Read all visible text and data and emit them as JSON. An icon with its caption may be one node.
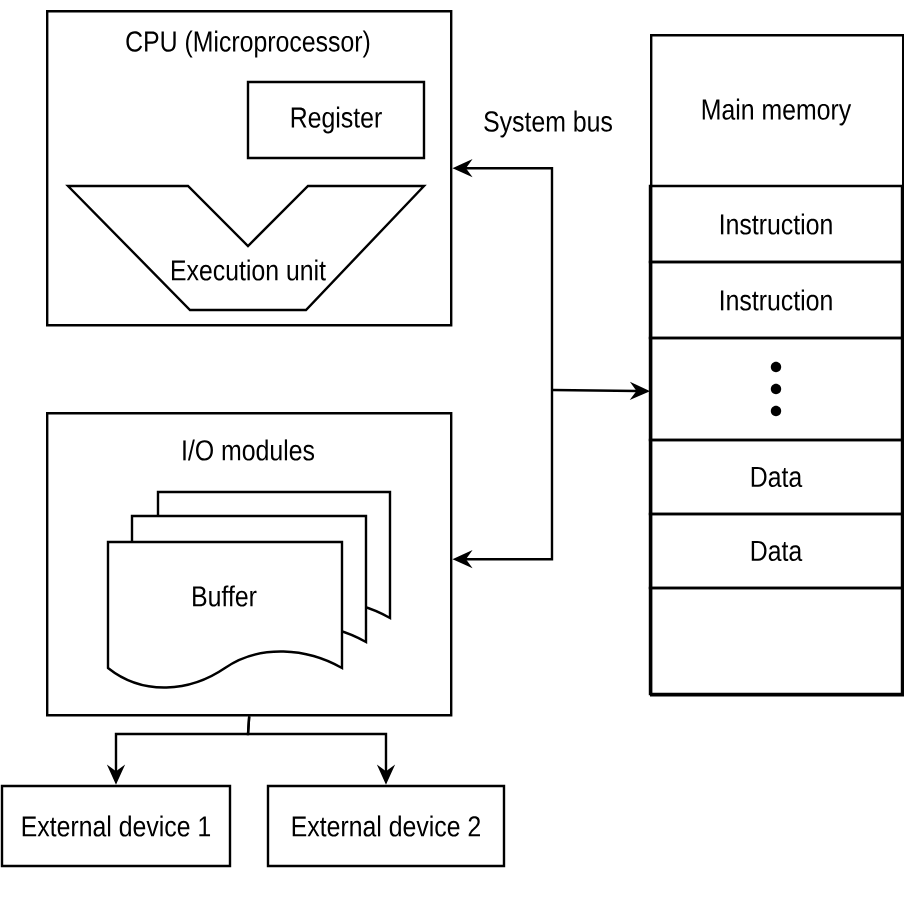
{
  "diagram": {
    "nodes": [
      {
        "text": [
          "CPU (Microprocessor)"
        ]
      },
      {
        "text": [
          "Register"
        ],
        "in": 0
      },
      {
        "text": [
          "Execution unit"
        ],
        "in": 0
      },
      {
        "text": [
          "Main memory"
        ]
      },
      {
        "text": [
          "Instruction"
        ],
        "in": 3
      },
      {
        "text": [
          "Instruction"
        ],
        "in": 3
      },
      {
        "text": [],
        "shape": "box",
        "in": 3
      },
      {
        "text": [
          "Data"
        ],
        "in": 3
      },
      {
        "text": [
          "Data"
        ],
        "in": 3
      },
      {
        "text": [],
        "shape": "box",
        "in": 3
      },
      {
        "text": [
          "I/O modules"
        ]
      },
      {
        "text": [
          "Buffer"
        ],
        "in": 10
      },
      {
        "text": [
          "External device 1"
        ]
      },
      {
        "text": [
          "External device 2"
        ]
      }
    ],
    "edges": [
      {
        "from": 0,
        "to": 3,
        "arrow": "both"
      },
      {
        "from": 10,
        "to": 3,
        "arrow": "both"
      },
      {
        "from": 10,
        "to": 12,
        "arrow": "to"
      },
      {
        "from": 10,
        "to": 13,
        "arrow": "to"
      }
    ],
    "labels": [
      "System bus"
    ]
  }
}
